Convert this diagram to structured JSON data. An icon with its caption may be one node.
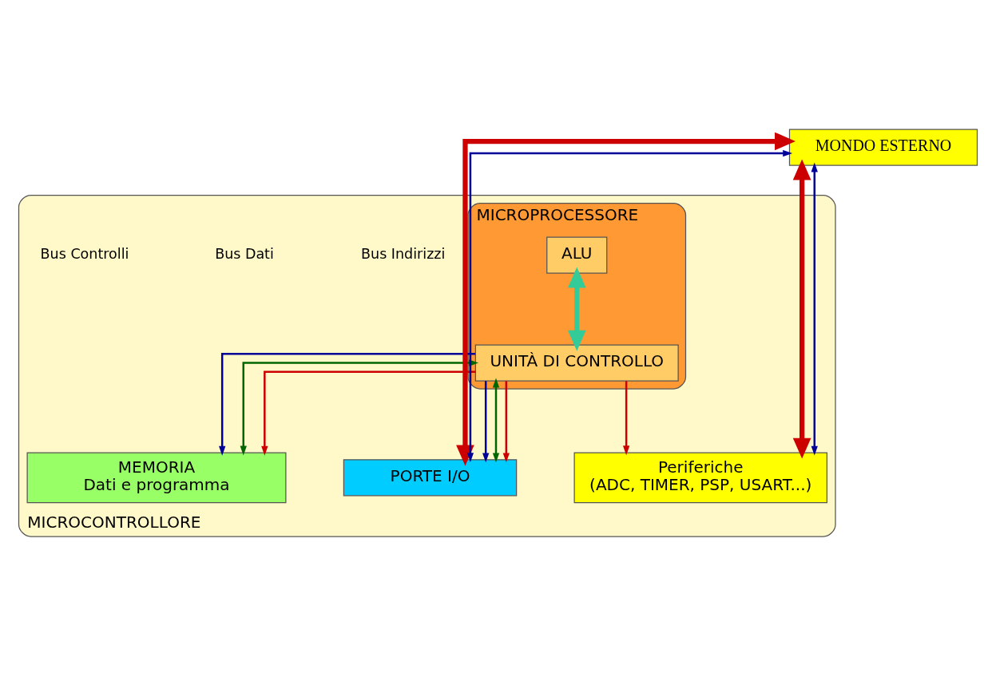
{
  "diagram": {
    "nodes": [
      {
        "text": [
          "MICROCONTROLLORE"
        ]
      },
      {
        "text": [
          "MICROPROCESSORE"
        ],
        "in": 0
      },
      {
        "text": [
          "ALU"
        ],
        "in": 1
      },
      {
        "text": [
          "UNITÀ DI CONTROLLO"
        ],
        "in": 1
      },
      {
        "text": [
          "MEMORIA",
          "Dati e programma"
        ],
        "in": 0
      },
      {
        "text": [
          "PORTE I/O"
        ],
        "in": 0
      },
      {
        "text": [
          "Periferiche",
          "(ADC, TIMER, PSP, USART...)"
        ],
        "in": 0
      },
      {
        "text": [
          "MONDO ESTERNO"
        ]
      }
    ],
    "edges": [
      {
        "from": 2,
        "to": 3,
        "arrow": "both",
        "style": "thick",
        "color": "#33cc99"
      },
      {
        "from": 3,
        "to": 4,
        "arrow": "to",
        "color": "#000099"
      },
      {
        "from": 3,
        "to": 5,
        "arrow": "to",
        "color": "#000099"
      },
      {
        "from": 3,
        "to": 4,
        "arrow": "both",
        "color": "#006600"
      },
      {
        "from": 3,
        "to": 5,
        "arrow": "both",
        "color": "#006600"
      },
      {
        "from": 3,
        "to": 4,
        "arrow": "to",
        "color": "#cc0000"
      },
      {
        "from": 3,
        "to": 5,
        "arrow": "to",
        "color": "#cc0000"
      },
      {
        "from": 3,
        "to": 6,
        "arrow": "to",
        "color": "#cc0000"
      },
      {
        "from": 7,
        "to": 5,
        "arrow": "both",
        "style": "thick",
        "color": "#cc0000"
      },
      {
        "from": 7,
        "to": 5,
        "arrow": "both",
        "color": "#000099"
      },
      {
        "from": 7,
        "to": 6,
        "arrow": "both",
        "style": "thick",
        "color": "#cc0000"
      },
      {
        "from": 7,
        "to": 6,
        "arrow": "both",
        "color": "#000099"
      }
    ],
    "labels": [
      "Bus Indirizzi",
      "Bus Dati",
      "Bus Controlli"
    ]
  }
}
